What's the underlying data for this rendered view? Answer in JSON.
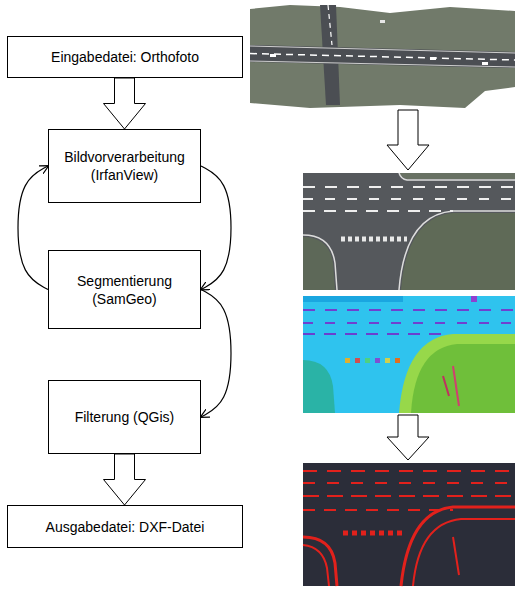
{
  "diagram": {
    "nodes": [
      {
        "text": [
          "Eingabedatei: Orthofoto"
        ]
      },
      {
        "text": [
          "Bildvorverarbeitung (IrfanView)"
        ]
      },
      {
        "text": [
          "Segmentierung (SamGeo)"
        ]
      },
      {
        "text": [
          "Filterung (QGis)"
        ]
      },
      {
        "text": [
          "Ausgabedatei: DXF-Datei"
        ]
      }
    ],
    "edges": [
      {
        "from": 0,
        "to": 1,
        "arrow": "to"
      },
      {
        "from": 1,
        "to": 2,
        "arrow": "to"
      },
      {
        "from": 2,
        "to": 1,
        "arrow": "to"
      },
      {
        "from": 2,
        "to": 3,
        "arrow": "to"
      },
      {
        "from": 3,
        "to": 4,
        "arrow": "to"
      }
    ]
  }
}
